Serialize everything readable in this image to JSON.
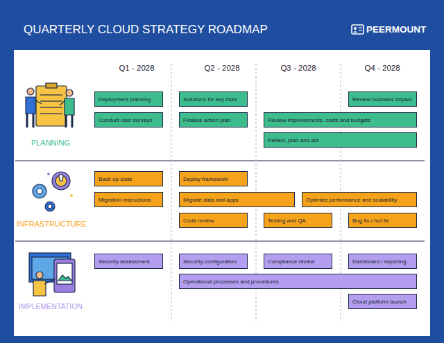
{
  "diagram": {
    "title": "QUARTERLY CLOUD STRATEGY ROADMAP",
    "nodes": [
      {
        "text": [
          "Deployment planning"
        ]
      },
      {
        "text": [
          "Solutions for key risks"
        ]
      },
      {
        "text": [
          "Review business impact"
        ]
      },
      {
        "text": [
          "Conduct user surveys"
        ]
      },
      {
        "text": [
          "Finalize action plan"
        ]
      },
      {
        "text": [
          "Review improvements, costs and budgets"
        ]
      },
      {
        "text": [
          "Reflect, plan and act"
        ]
      },
      {
        "text": [
          "Back up code"
        ]
      },
      {
        "text": [
          "Deploy framework"
        ]
      },
      {
        "text": [
          "Migration instructions"
        ]
      },
      {
        "text": [
          "Migrate data and apps"
        ]
      },
      {
        "text": [
          "Optimize performance and scalability"
        ]
      },
      {
        "text": [
          "Code review"
        ]
      },
      {
        "text": [
          "Testing and QA"
        ]
      },
      {
        "text": [
          "Bug fix / hot fix"
        ]
      },
      {
        "text": [
          "Security assessment"
        ]
      },
      {
        "text": [
          "Security configuration"
        ]
      },
      {
        "text": [
          "Compliance review"
        ]
      },
      {
        "text": [
          "Dashboard / reporting"
        ]
      },
      {
        "text": [
          "Operational processes and procedures"
        ]
      },
      {
        "text": [
          "Cloud platform launch"
        ]
      }
    ],
    "labels": [
      "Q1 - 2028",
      "Q2 - 2028",
      "Q3 - 2028",
      "Q4 - 2028",
      "PLANNING",
      "INFRASTRUCTURE",
      "IMPLEMENTATION",
      "PEERMOUNT"
    ]
  }
}
